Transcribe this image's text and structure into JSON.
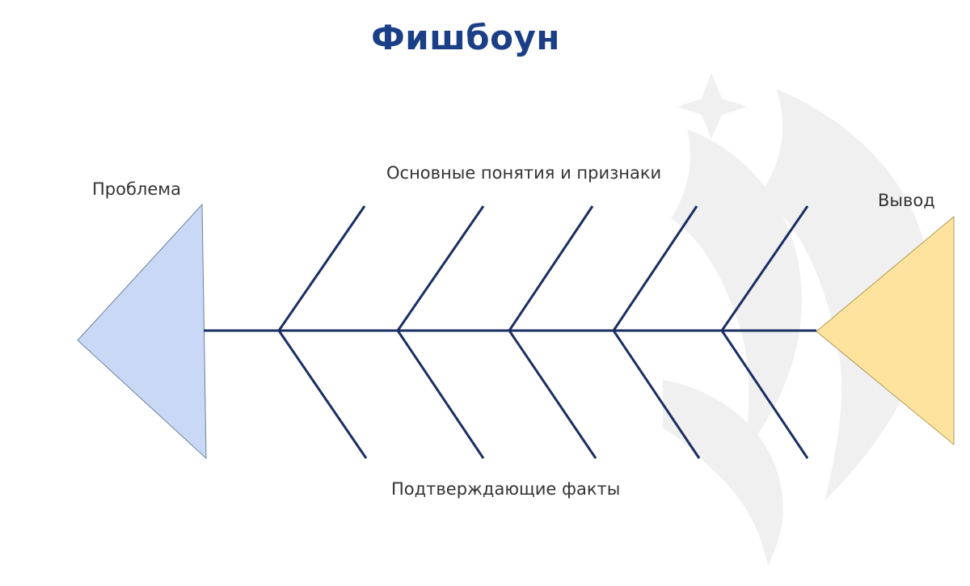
{
  "title": "Фишбоун",
  "labels": {
    "problem": "Проблема",
    "conclusion": "Вывод",
    "top_branches": "Основные понятия и признаки",
    "bottom_branches": "Подтверждающие факты"
  },
  "colors": {
    "title": "#1b3f86",
    "lines": "#1b2e63",
    "problem_fill": "#c9d8f5",
    "conclusion_fill": "#fde39d",
    "watermark": "#f0f0f0"
  },
  "watermark_icon": "decorative-emblem-icon"
}
